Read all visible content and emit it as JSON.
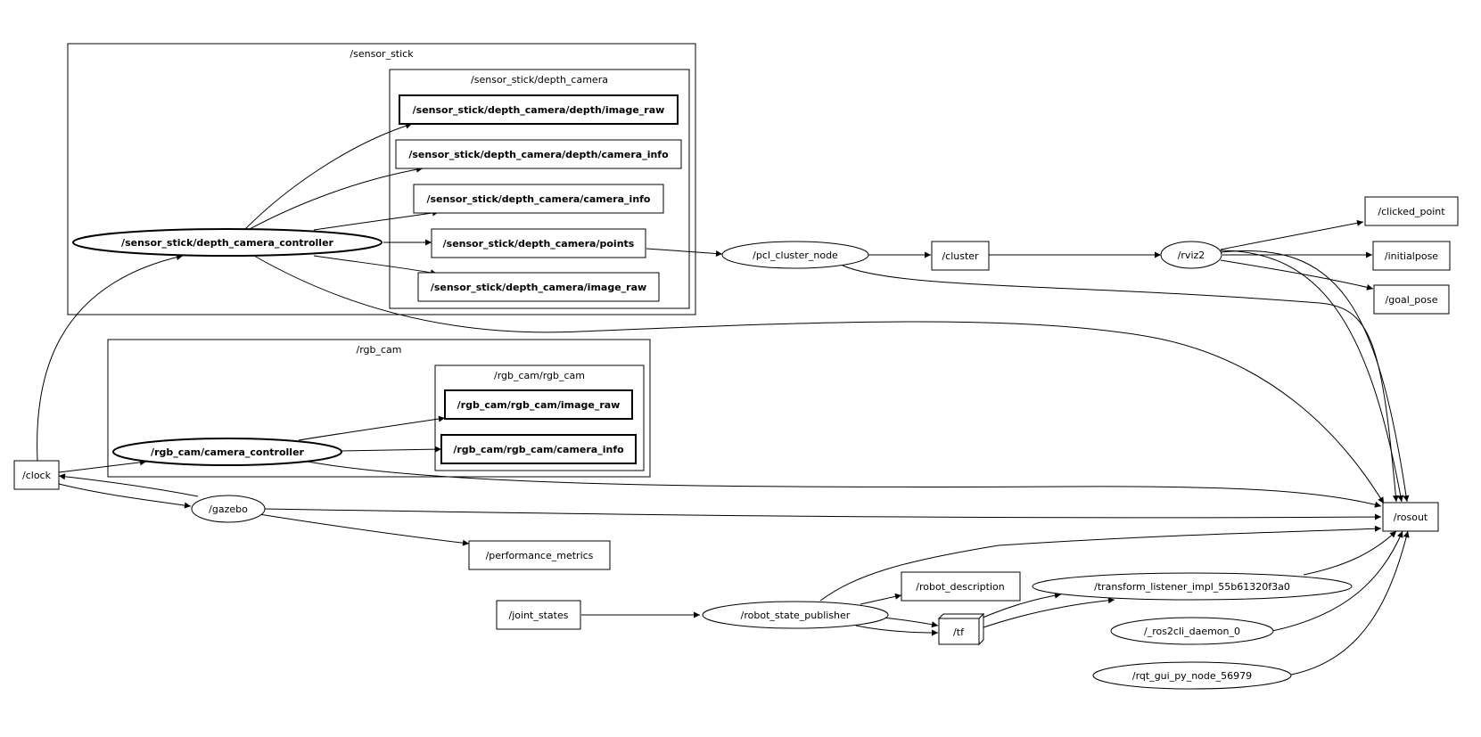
{
  "graph": {
    "clusters": {
      "sensor_stick": "/sensor_stick",
      "depth_camera": "/sensor_stick/depth_camera",
      "rgb_cam": "/rgb_cam",
      "rgb_cam_rgb_cam": "/rgb_cam/rgb_cam"
    },
    "nodes": {
      "depth_image_raw": "/sensor_stick/depth_camera/depth/image_raw",
      "depth_depth_camera_info": "/sensor_stick/depth_camera/depth/camera_info",
      "depth_camera_info": "/sensor_stick/depth_camera/camera_info",
      "depth_points": "/sensor_stick/depth_camera/points",
      "depth_camera_image_raw": "/sensor_stick/depth_camera/image_raw",
      "depth_camera_controller": "/sensor_stick/depth_camera_controller",
      "pcl_cluster_node": "/pcl_cluster_node",
      "cluster": "/cluster",
      "rviz2": "/rviz2",
      "clicked_point": "/clicked_point",
      "initialpose": "/initialpose",
      "goal_pose": "/goal_pose",
      "rgb_image_raw": "/rgb_cam/rgb_cam/image_raw",
      "rgb_camera_info": "/rgb_cam/rgb_cam/camera_info",
      "rgb_camera_controller": "/rgb_cam/camera_controller",
      "clock": "/clock",
      "gazebo": "/gazebo",
      "performance_metrics": "/performance_metrics",
      "rosout": "/rosout",
      "robot_description": "/robot_description",
      "transform_listener": "/transform_listener_impl_55b61320f3a0",
      "joint_states": "/joint_states",
      "robot_state_publisher": "/robot_state_publisher",
      "tf": "/tf",
      "ros2cli_daemon": "/_ros2cli_daemon_0",
      "rqt_gui": "/rqt_gui_py_node_56979"
    }
  }
}
